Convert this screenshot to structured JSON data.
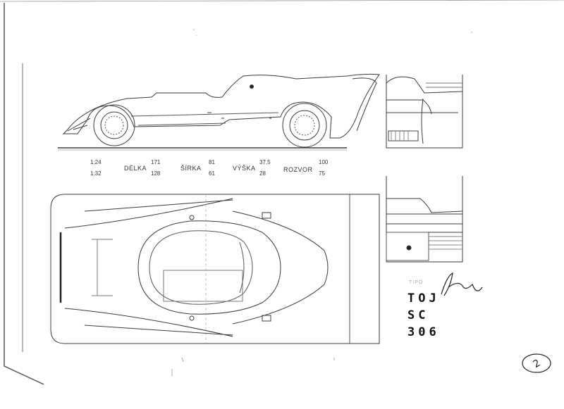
{
  "scales": [
    "1:24",
    "1:32"
  ],
  "dimensions": [
    {
      "label": "DÉLKA",
      "values": [
        "171",
        "128"
      ]
    },
    {
      "label": "ŠÍRKA",
      "values": [
        "81",
        "61"
      ]
    },
    {
      "label": "VÝŠKA",
      "values": [
        "37,5",
        "28"
      ]
    },
    {
      "label": "ROZVOR",
      "values": [
        "100",
        "75"
      ]
    }
  ],
  "model": {
    "line1": "TOJ",
    "line2": "SC",
    "line3": "306"
  },
  "stamp_text": "TIPO",
  "signature": "Hlinsky",
  "page_mark": "2"
}
